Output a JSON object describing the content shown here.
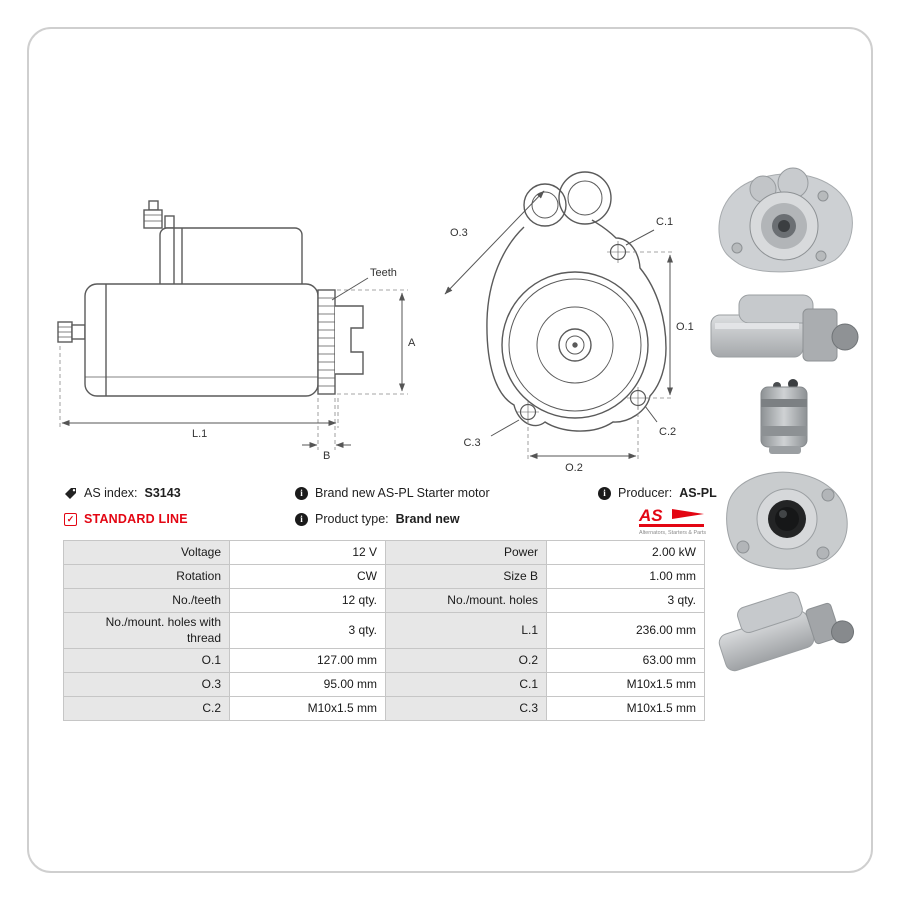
{
  "colors": {
    "brand_red": "#e30613",
    "line_gray": "#5a5a5a"
  },
  "icons": {
    "as_index": "tag-icon",
    "standard_line": "checkbox-check-icon",
    "info": "info-icon",
    "info_glyph": "i",
    "check_glyph": "✓"
  },
  "product": {
    "as_index_label": "AS index:",
    "as_index_value": "S3143",
    "standard_line": "STANDARD LINE",
    "description": "Brand new AS-PL Starter motor",
    "product_type_label": "Product type:",
    "product_type_value": "Brand new",
    "producer_label": "Producer:",
    "producer_value": "AS-PL",
    "logo": {
      "text": "AS",
      "tagline": "Alternators, Starters & Parts"
    }
  },
  "drawings": {
    "side_view": {
      "labels": {
        "teeth": "Teeth",
        "l1": "L.1",
        "b": "B",
        "a": "A"
      }
    },
    "front_view": {
      "labels": {
        "o1": "O.1",
        "o2": "O.2",
        "o3": "O.3",
        "c1": "C.1",
        "c2": "C.2",
        "c3": "C.3"
      }
    }
  },
  "spec_table": {
    "rows": [
      {
        "cells": [
          "Voltage",
          "12 V",
          "Power",
          "2.00 kW"
        ]
      },
      {
        "cells": [
          "Rotation",
          "CW",
          "Size B",
          "1.00 mm"
        ]
      },
      {
        "cells": [
          "No./teeth",
          "12 qty.",
          "No./mount. holes",
          "3 qty."
        ]
      },
      {
        "cells": [
          "No./mount. holes with thread",
          "3 qty.",
          "L.1",
          "236.00 mm"
        ]
      },
      {
        "cells": [
          "O.1",
          "127.00 mm",
          "O.2",
          "63.00 mm"
        ]
      },
      {
        "cells": [
          "O.3",
          "95.00 mm",
          "C.1",
          "M10x1.5 mm"
        ]
      },
      {
        "cells": [
          "C.2",
          "M10x1.5 mm",
          "C.3",
          "M10x1.5 mm"
        ]
      }
    ]
  }
}
